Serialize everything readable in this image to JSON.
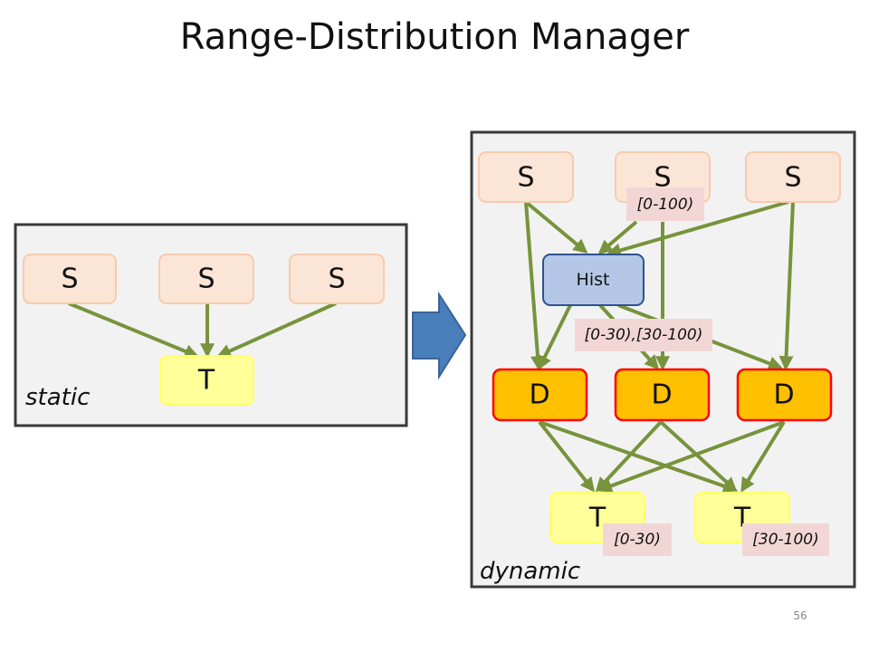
{
  "title": "Range-Distribution Manager",
  "page_number": "56",
  "colors": {
    "edge": "#77933c",
    "source_fill": "#fbe5d6",
    "source_stroke": "#f8cbad",
    "target_fill": "#ffff99",
    "target_stroke": "#ffff66",
    "dist_fill": "#ffc000",
    "dist_stroke": "#ff0000",
    "hist_fill": "#b4c7e7",
    "hist_stroke": "#2f528f",
    "range_fill": "#f2d6d6",
    "panel_fill": "#f2f2f2",
    "arrow_fill": "#4a7ebb"
  },
  "static_panel": {
    "caption": "static",
    "sources": [
      "S",
      "S",
      "S"
    ],
    "target": "T"
  },
  "dynamic_panel": {
    "caption": "dynamic",
    "sources": [
      "S",
      "S",
      "S"
    ],
    "hist": "Hist",
    "distributors": [
      "D",
      "D",
      "D"
    ],
    "targets": [
      "T",
      "T"
    ],
    "ranges": {
      "source_range": "[0-100)",
      "split_ranges": "[0-30),[30-100)",
      "target_left": "[0-30)",
      "target_right": "[30-100)"
    }
  }
}
